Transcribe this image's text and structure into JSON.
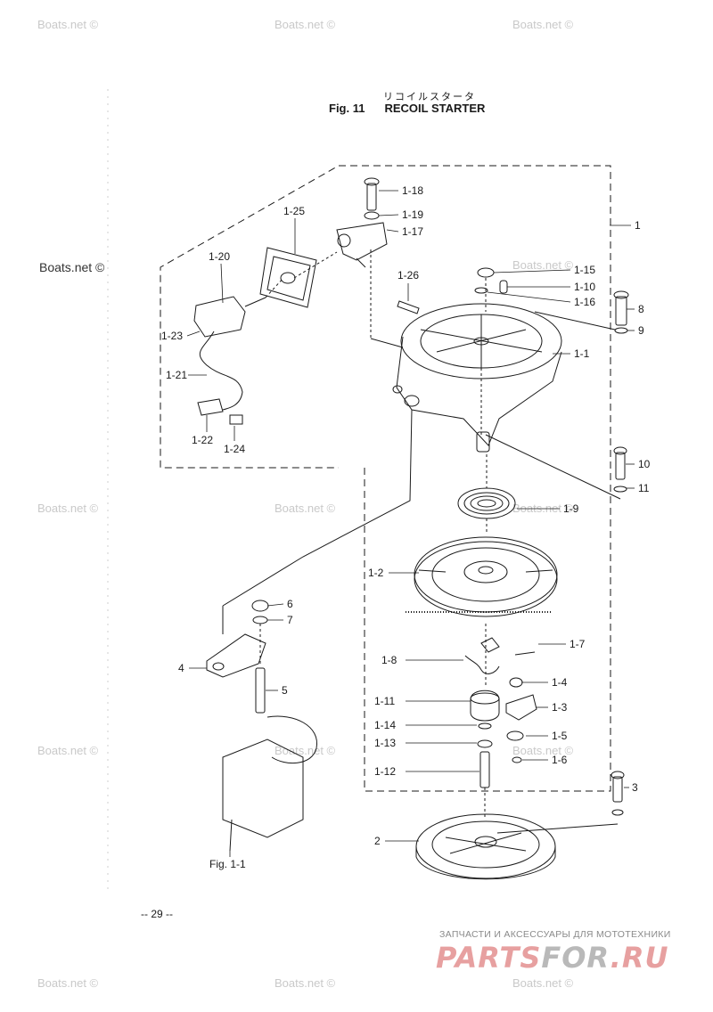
{
  "title": {
    "japanese": "リコイルスタータ",
    "fig_number": "Fig. 11",
    "name": "RECOIL STARTER"
  },
  "watermarks": {
    "text": "Boats.net ©",
    "prominent": "Boats.net ©"
  },
  "part_labels": {
    "p1": "1",
    "p1_1": "1-1",
    "p1_2": "1-2",
    "p1_3": "1-3",
    "p1_4": "1-4",
    "p1_5": "1-5",
    "p1_6": "1-6",
    "p1_7": "1-7",
    "p1_8": "1-8",
    "p1_9": "1-9",
    "p1_10": "1-10",
    "p1_11": "1-11",
    "p1_12": "1-12",
    "p1_13": "1-13",
    "p1_14": "1-14",
    "p1_15": "1-15",
    "p1_16": "1-16",
    "p1_17": "1-17",
    "p1_18": "1-18",
    "p1_19": "1-19",
    "p1_20": "1-20",
    "p1_21": "1-21",
    "p1_22": "1-22",
    "p1_23": "1-23",
    "p1_24": "1-24",
    "p1_25": "1-25",
    "p1_26": "1-26",
    "p2": "2",
    "p3": "3",
    "p4": "4",
    "p5": "5",
    "p6": "6",
    "p7": "7",
    "p8": "8",
    "p9": "9",
    "p10": "10",
    "p11": "11",
    "fig_ref": "Fig. 1-1"
  },
  "page_number": "-- 29 --",
  "footer": {
    "note": "ЗАПЧАСТИ И АКСЕССУАРЫ ДЛЯ МОТОТЕХНИКИ",
    "logo_part1": "PARTS",
    "logo_part2": "FOR",
    "logo_part3": ".RU"
  },
  "colors": {
    "ink": "#1a1a1a",
    "watermark": "#c9c9c9",
    "logo_red": "#e7a0a0",
    "logo_grey": "#b9b9b9"
  }
}
